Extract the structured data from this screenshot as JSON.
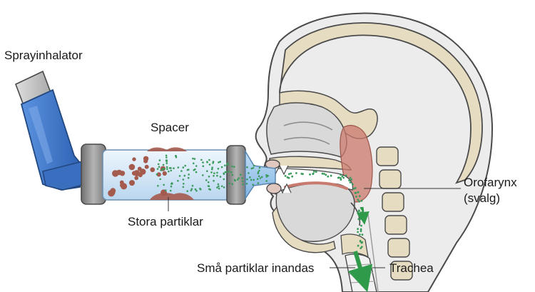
{
  "labels": {
    "sprayinhalator": "Sprayinhalator",
    "spacer": "Spacer",
    "stora_partiklar": "Stora partiklar",
    "orofarynx_line1": "Orofarynx",
    "orofarynx_line2": "(svalg)",
    "sma_partiklar": "Små partiklar inandas",
    "trachea": "Trachea"
  },
  "colors": {
    "outline": "#4a4a4a",
    "skin": "#e8e8e8",
    "inhaler_blue": "#3f7ad0",
    "inhaler_dark": "#2b5ba6",
    "canister_gray": "#c7c7c7",
    "spacer_glass": "#d6e8f7",
    "spacer_ring": "#8d8d8d",
    "mouthpiece": "#9cc8ee",
    "bone": "#e6dcc2",
    "large_particle": "#a55a4e",
    "small_particle": "#3c9a5c",
    "pharynx_red": "#c97a6e",
    "arrow_green": "#2f9a4a",
    "leader": "#333333"
  }
}
